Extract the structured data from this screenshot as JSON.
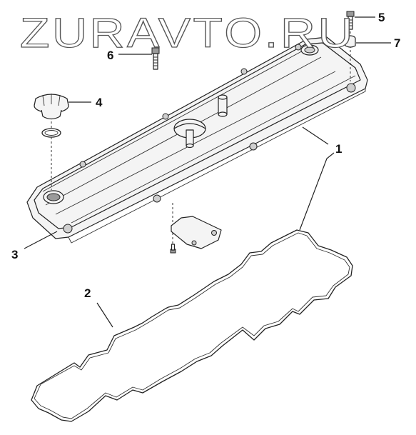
{
  "watermark": "ZURAVTO.RU",
  "callouts": {
    "c1": "1",
    "c2": "2",
    "c3": "3",
    "c4": "4",
    "c5": "5",
    "c6": "6",
    "c7": "7"
  }
}
